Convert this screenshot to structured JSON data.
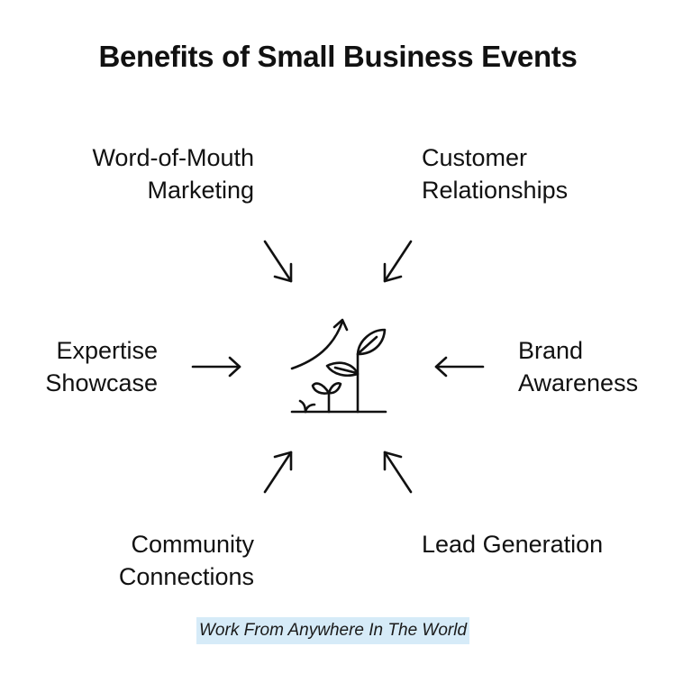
{
  "title": "Benefits of Small Business Events",
  "center": {
    "icon": "growing-plant-icon"
  },
  "benefits": [
    {
      "lines": [
        "Word-of-Mouth",
        "Marketing"
      ],
      "position": "top-left"
    },
    {
      "lines": [
        "Customer",
        "Relationships"
      ],
      "position": "top-right"
    },
    {
      "lines": [
        "Expertise",
        "Showcase"
      ],
      "position": "middle-left"
    },
    {
      "lines": [
        "Brand",
        "Awareness"
      ],
      "position": "middle-right"
    },
    {
      "lines": [
        "Community",
        "Connections"
      ],
      "position": "bottom-left"
    },
    {
      "lines": [
        "Lead Generation"
      ],
      "position": "bottom-right"
    }
  ],
  "footer": "Work From Anywhere In The World",
  "colors": {
    "text": "#111111",
    "footer_highlight": "#d6ebf8"
  }
}
